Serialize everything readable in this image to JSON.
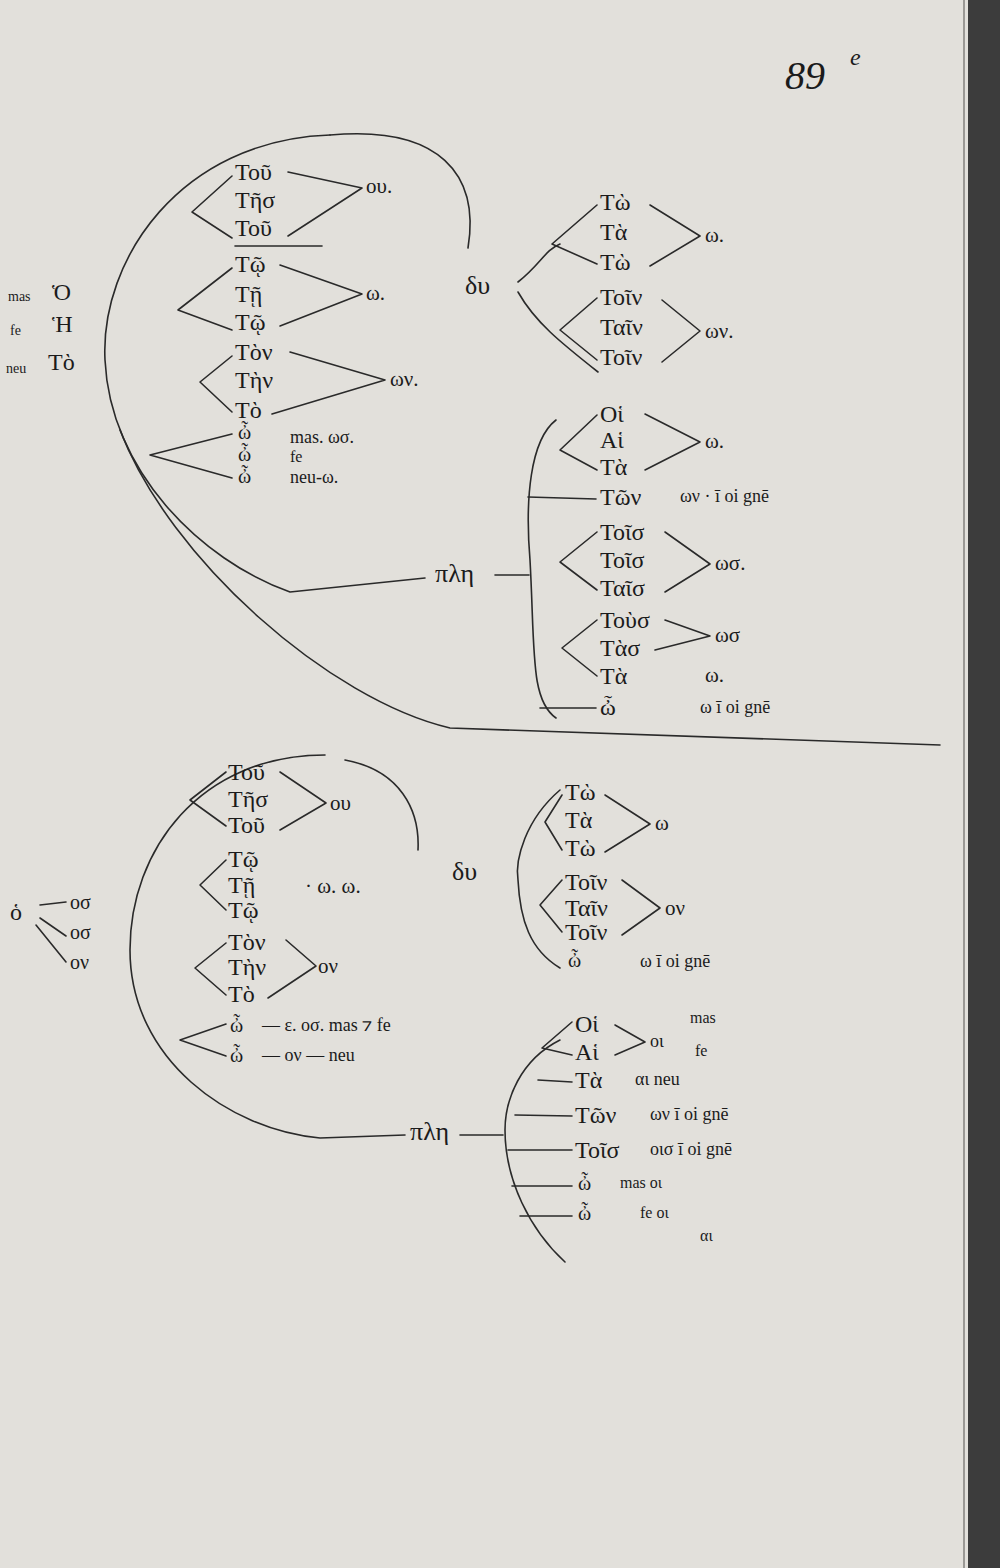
{
  "diagram": {
    "labels": [
      "89",
      "e",
      "mas",
      "Ὁ",
      "fe",
      "Ἡ",
      "neu",
      "Τὸ",
      "Τοῦ",
      "Τῆσ",
      "Τοῦ",
      "Τῷ",
      "Τῇ",
      "Τῷ",
      "Τὸν",
      "Τὴν",
      "Τὸ",
      "ὦ",
      "ὦ",
      "ὦ",
      "ου.",
      "ω.",
      "δυ",
      "ων.",
      "mas. ωσ.",
      "fe",
      "neu-ω.",
      "Τὼ",
      "Τὰ",
      "Τὼ",
      "Τοῖν",
      "Ταῖν",
      "Τοῖν",
      "ω.",
      "ων.",
      "πλη",
      "Οἱ",
      "Αἱ",
      "Τὰ",
      "Τῶν",
      "Τοῖσ",
      "Τοῖσ",
      "Ταῖσ",
      "Τοὺσ",
      "Τὰσ",
      "Τὰ",
      "ὦ",
      "ω.",
      "ων · ī oi gnē",
      "ωσ.",
      "ωσ",
      "ω.",
      "ω ī oi gnē",
      "ὁ",
      "οσ",
      "οσ",
      "ον",
      "Τοῦ",
      "Τῆσ",
      "Τοῦ",
      "Τῷ",
      "Τῇ",
      "Τῷ",
      "Τὸν",
      "Τὴν",
      "Τὸ",
      "ὦ",
      "ὦ",
      "ου",
      "· ω. ω.",
      "ον",
      "— ε. οσ. mas ⁊ fe",
      "— ον — neu",
      "δυ",
      "Τὼ",
      "Τὰ",
      "Τὼ",
      "Τοῖν",
      "Ταῖν",
      "Τοῖν",
      "ὦ",
      "ω",
      "ον",
      "ω ī oi gnē",
      "πλη",
      "Οἱ",
      "Αἱ",
      "Τὰ",
      "Τῶν",
      "Τοῖσ",
      "ὦ",
      "ὦ",
      "οι",
      "mas",
      "fe",
      "αι neu",
      "ων ī oi gnē",
      "οισ ī oi gnē",
      "mas οι",
      "fe οι",
      "αι"
    ]
  }
}
